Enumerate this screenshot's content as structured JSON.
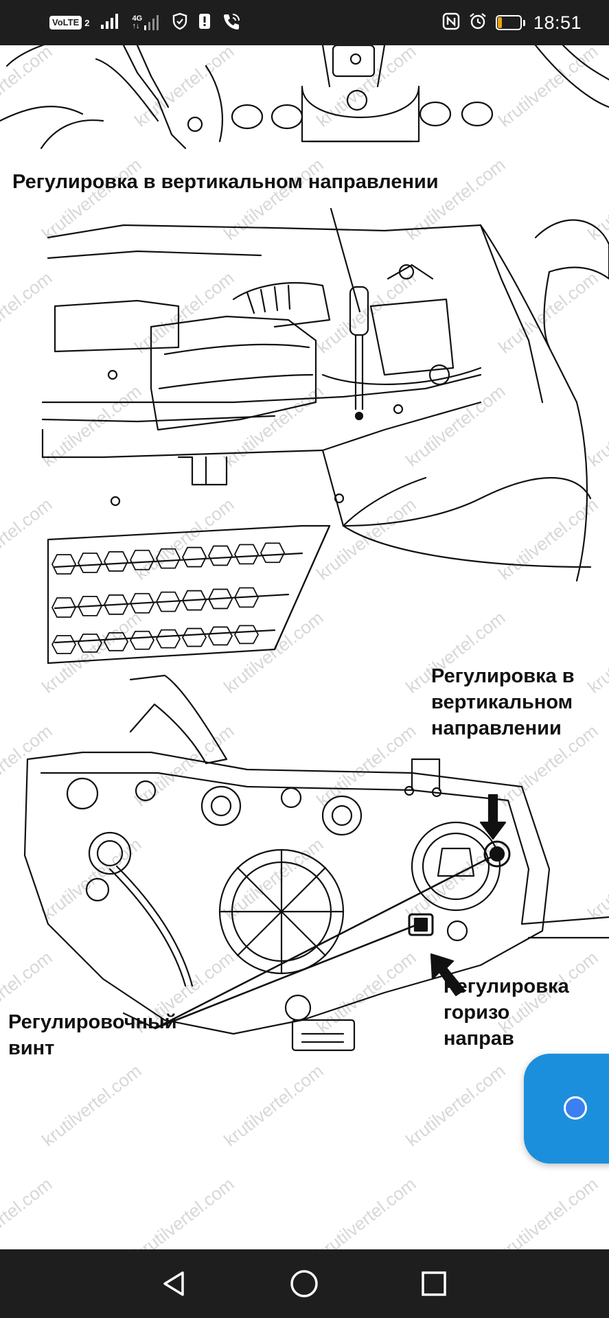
{
  "status_bar": {
    "volte_label": "VoLTE",
    "volte_sim": "2",
    "network_type_top": "4G",
    "network_type_bottom": "↑↓",
    "battery_level": "19",
    "battery_fraction": 0.19,
    "time": "18:51",
    "icons": [
      "signal-icon",
      "signal-4g-icon",
      "shield-icon",
      "alert-icon",
      "wifi-call-icon",
      "nfc-icon",
      "alarm-icon",
      "battery-icon"
    ]
  },
  "image": {
    "watermark": "krutilvertel.com",
    "label_top": "Регулировка в вертикальном направлении",
    "label_vertical": [
      "Регулировка в",
      "вертикальном",
      "направлении"
    ],
    "label_screw": [
      "Регулировочный",
      "винт"
    ],
    "label_horizontal": [
      "Регулировка",
      "горизо",
      "направ"
    ]
  },
  "nav_bar": {
    "icons": [
      "back-icon",
      "home-icon",
      "recents-icon"
    ]
  },
  "colors": {
    "status_bg": "#1e1e1e",
    "battery_fill": "#e8a317",
    "bubble": "#1b8fdc"
  }
}
